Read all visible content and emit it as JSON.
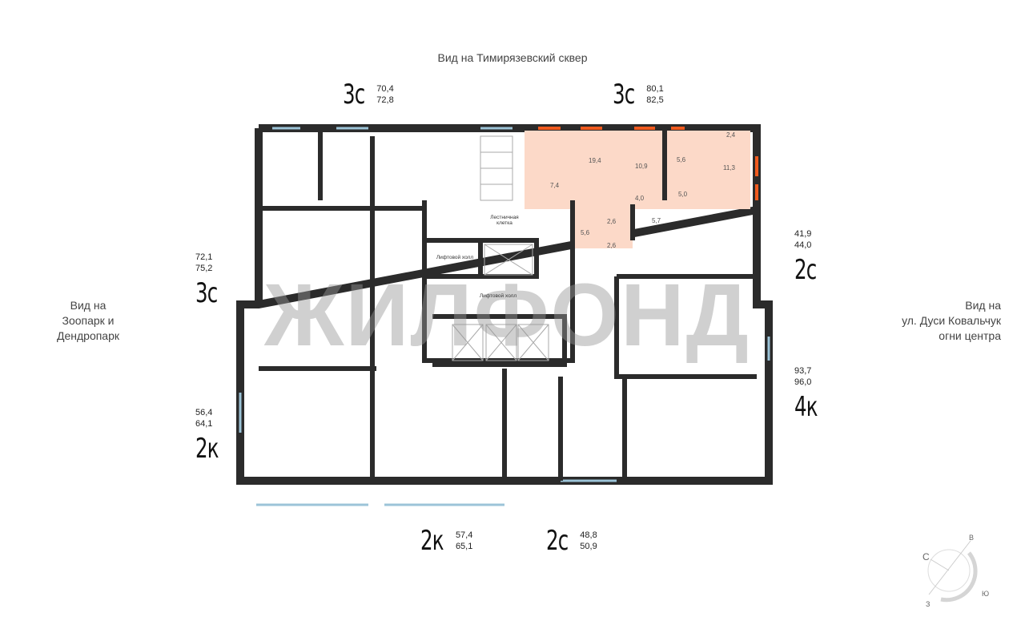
{
  "views": {
    "top": "Вид на Тимирязевский сквер",
    "left": [
      "Вид на",
      "Зоопарк и",
      "Дендропарк"
    ],
    "right": [
      "Вид на",
      "ул. Дуси Ковальчук",
      "огни центра"
    ]
  },
  "apartments": [
    {
      "type": "3с",
      "area1": "70,4",
      "area2": "72,8"
    },
    {
      "type": "3с",
      "area1": "80,1",
      "area2": "82,5",
      "selected": true
    },
    {
      "type": "2с",
      "area1": "41,9",
      "area2": "44,0"
    },
    {
      "type": "4к",
      "area1": "93,7",
      "area2": "96,0"
    },
    {
      "type": "2с",
      "area1": "48,8",
      "area2": "50,9"
    },
    {
      "type": "2к",
      "area1": "57,4",
      "area2": "65,1"
    },
    {
      "type": "2к",
      "area1": "56,4",
      "area2": "64,1"
    },
    {
      "type": "3с",
      "area1": "72,1",
      "area2": "75,2"
    }
  ],
  "selected_rooms": [
    "19,4",
    "10,9",
    "5,6",
    "2,4",
    "11,3",
    "7,4",
    "4,0",
    "5,0",
    "2,6",
    "5,7",
    "5,6",
    "2,6"
  ],
  "common": {
    "stair": [
      "Лестничная",
      "клетка"
    ],
    "lift_hall_1": "Лифтовой холл",
    "lift_hall_2": "Лифтовой холл"
  },
  "watermark": "ЖИЛФОНД",
  "compass": {
    "n": "С",
    "e": "В",
    "s": "Ю",
    "w": "З"
  },
  "colors": {
    "highlight": "#fcd9c8",
    "window": "#f05a1e",
    "wall": "#2b2b2b"
  }
}
